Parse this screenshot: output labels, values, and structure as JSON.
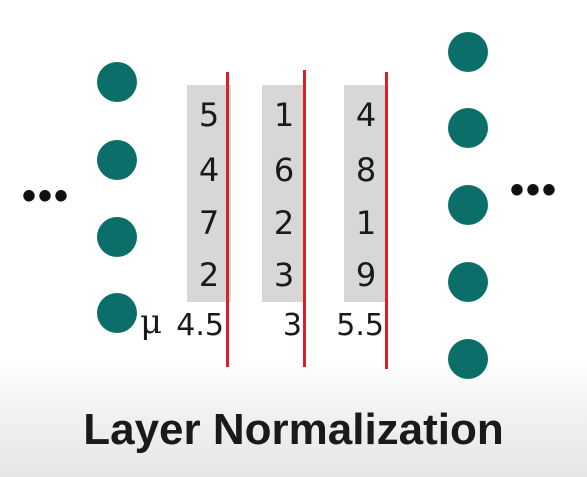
{
  "colors": {
    "node": "#0b6e69",
    "column_bg": "#d7d7d7",
    "divider": "#dd1f26",
    "text": "#1a1a1a"
  },
  "diagram": {
    "left_ellipsis": "•••",
    "right_ellipsis": "•••",
    "left_nodes": 4,
    "right_nodes": 5,
    "mean_symbol": "μ",
    "columns": [
      {
        "values": [
          "5",
          "4",
          "7",
          "2"
        ],
        "mean": "4.5"
      },
      {
        "values": [
          "1",
          "6",
          "2",
          "3"
        ],
        "mean": "3"
      },
      {
        "values": [
          "4",
          "8",
          "1",
          "9"
        ],
        "mean": "5.5"
      }
    ],
    "caption": "Layer Normalization"
  }
}
